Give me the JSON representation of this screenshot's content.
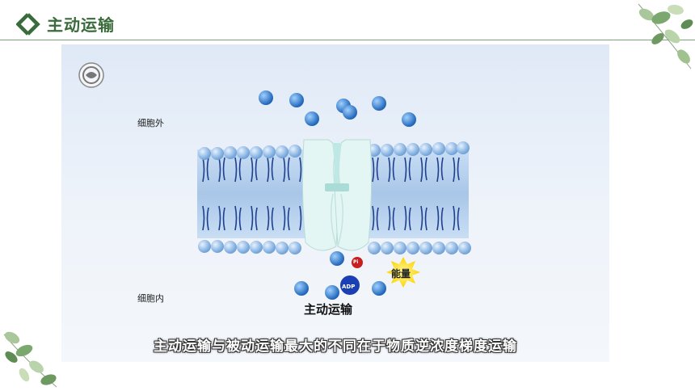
{
  "header": {
    "title": "主动运输"
  },
  "video": {
    "outside_label": "细胞外",
    "inside_label": "细胞内",
    "caption": "主动运输",
    "energy_label": "能量",
    "pi_label": "Pi",
    "adp_label": "ADP",
    "subtitle": "主动运输与被动运输最大的不同在于物质逆浓度梯度运输"
  },
  "colors": {
    "accent": "#3a6b3a",
    "membrane": "#7fb0e0",
    "molecule": "#2f7fd8",
    "protein": "#dff4f2"
  }
}
